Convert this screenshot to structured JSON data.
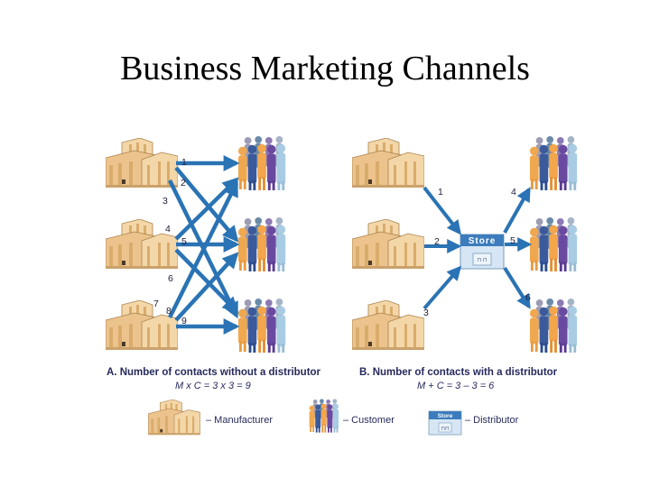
{
  "title": "Business Marketing Channels",
  "panel_a": {
    "caption": "A. Number of contacts without a distributor",
    "formula": "M x C = 3 x 3 = 9",
    "labels": [
      "1",
      "2",
      "3",
      "4",
      "5",
      "6",
      "7",
      "8",
      "9"
    ]
  },
  "panel_b": {
    "caption": "B. Number of contacts with a distributor",
    "formula": "M + C = 3 – 3 = 6",
    "labels": [
      "1",
      "2",
      "3",
      "4",
      "5",
      "6"
    ],
    "store_sign": "Store",
    "store_door": "⊓ ⊓"
  },
  "legend": {
    "manufacturer": "– Manufacturer",
    "customer": "– Customer",
    "distributor": "– Distributor",
    "store_sign": "Store",
    "store_door": "⊓⊓"
  },
  "colors": {
    "arrow": "#2a73b4",
    "building": "#ecc38c",
    "store_sign": "#3c7cbd",
    "caption_text": "#262a5c"
  }
}
